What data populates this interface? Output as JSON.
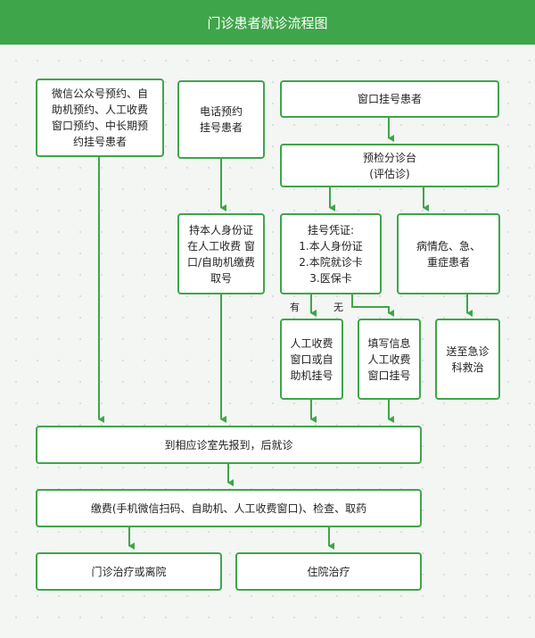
{
  "title": "门诊患者就诊流程图",
  "nodes": {
    "online_booking": "微信公众号预约、自\n助机预约、人工收费\n窗口预约、中长期预\n约挂号患者",
    "phone_booking": "电话预约\n挂号患者",
    "window_registration": "窗口挂号患者",
    "triage": "预检分诊台\n(评估诊)",
    "id_collect": "持本人身份证\n在人工收费 窗\n口/自助机缴费\n取号",
    "credentials": "挂号凭证:\n1.本人身份证\n2.本院就诊卡\n3.医保卡",
    "critical": "病情危、急、\n重症患者",
    "self_service": "人工收费\n窗口或自\n助机挂号",
    "fill_info": "填写信息\n人工收费\n窗口挂号",
    "emergency": "送至急诊\n科救治",
    "report": "到相应诊室先报到，后就诊",
    "payment": "缴费(手机微信扫码、自助机、人工收费窗口)、检查、取药",
    "outpatient": "门诊治疗或离院",
    "inpatient": "住院治疗"
  },
  "labels": {
    "has": "有",
    "none": "无"
  },
  "colors": {
    "accent": "#3fa54a"
  }
}
